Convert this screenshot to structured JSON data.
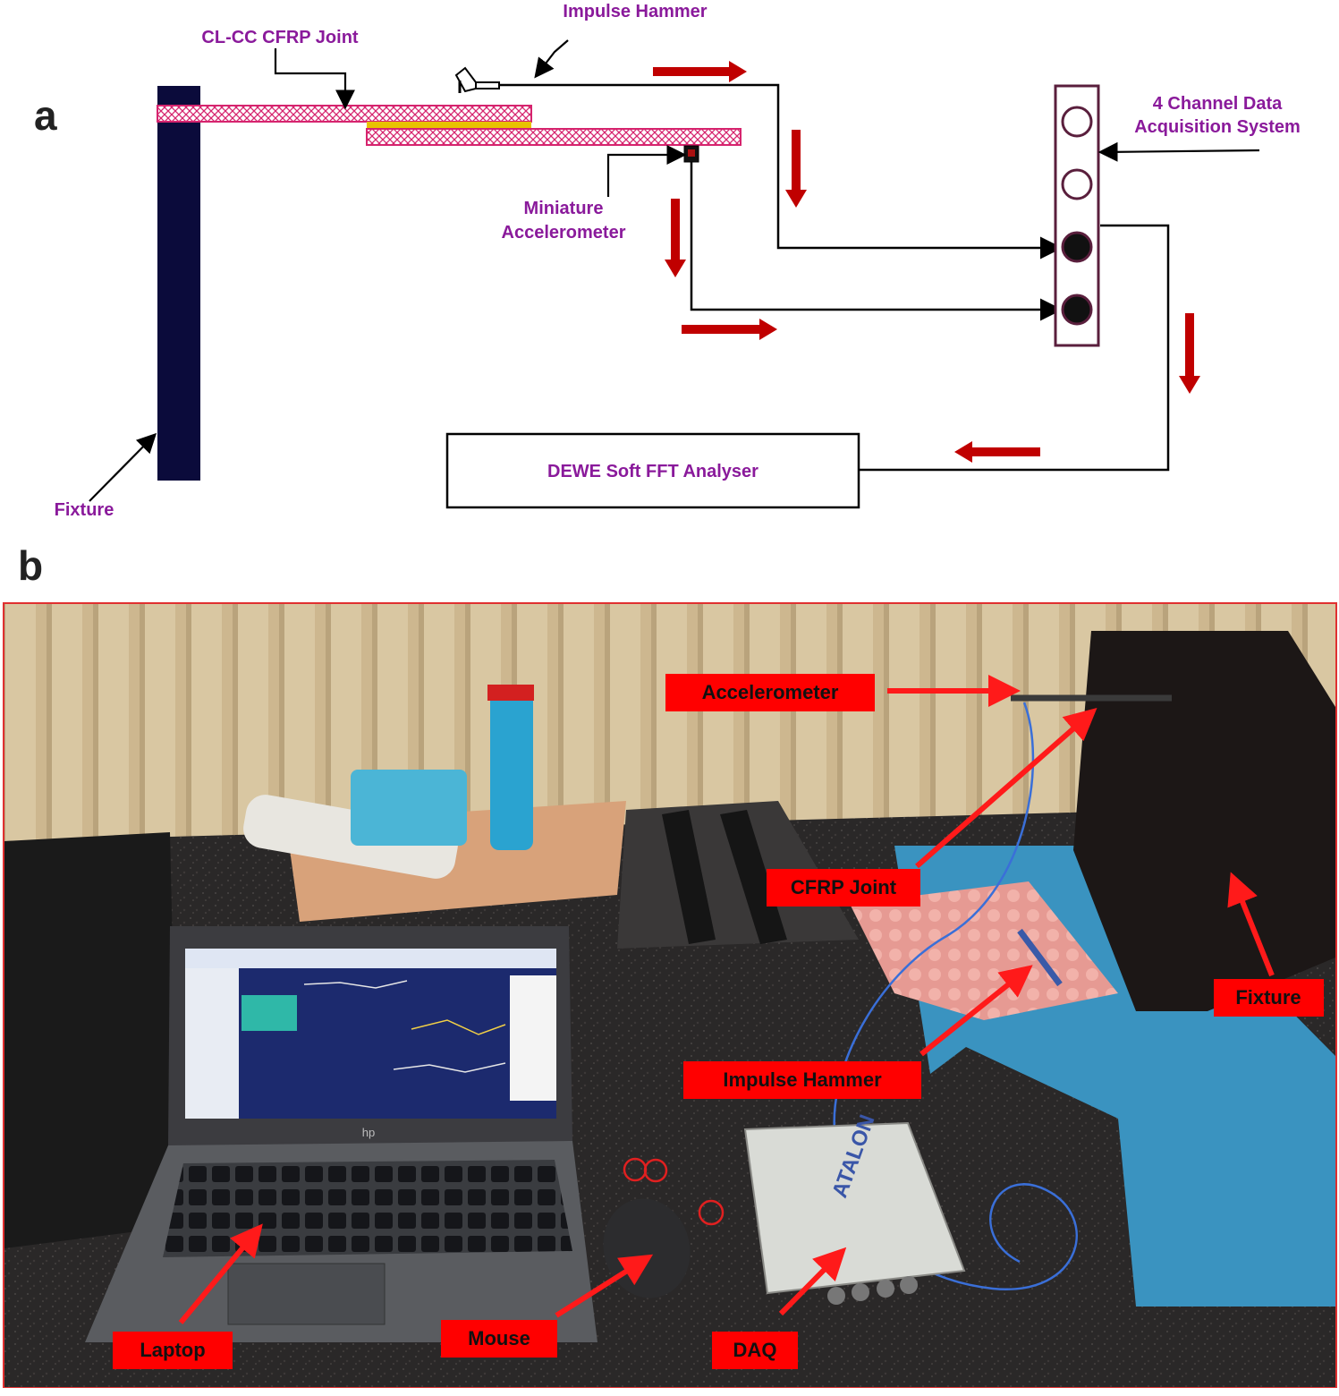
{
  "panel_a": {
    "letter": "a",
    "labels": {
      "impulse_hammer": "Impulse Hammer",
      "joint": "CL-CC CFRP Joint",
      "daq": [
        "4 Channel Data",
        "Acquisition System"
      ],
      "accelerometer": [
        "Miniature",
        "Accelerometer"
      ],
      "fixture": "Fixture",
      "analyser": "DEWE Soft FFT Analyser"
    }
  },
  "panel_b": {
    "letter": "b",
    "labels": {
      "accelerometer": "Accelerometer",
      "cfrp_joint": "CFRP Joint",
      "fixture": "Fixture",
      "impulse_hammer": "Impulse Hammer",
      "laptop": "Laptop",
      "mouse": "Mouse",
      "daq": "DAQ"
    },
    "daq_brand": "ATALON",
    "laptop_brand": "hp"
  },
  "colors": {
    "purple_text": "#8a1a9b",
    "flow_arrow": "#c00000",
    "fixture_bar": "#0b0b3b",
    "adherend": "#d6246e",
    "adhesive": "#e8c200",
    "label_box": "#ff0000",
    "callout_arrow": "#ff1a1a"
  },
  "icons": [
    "impulse-hammer-icon",
    "accelerometer-icon",
    "daq-port-icon"
  ]
}
